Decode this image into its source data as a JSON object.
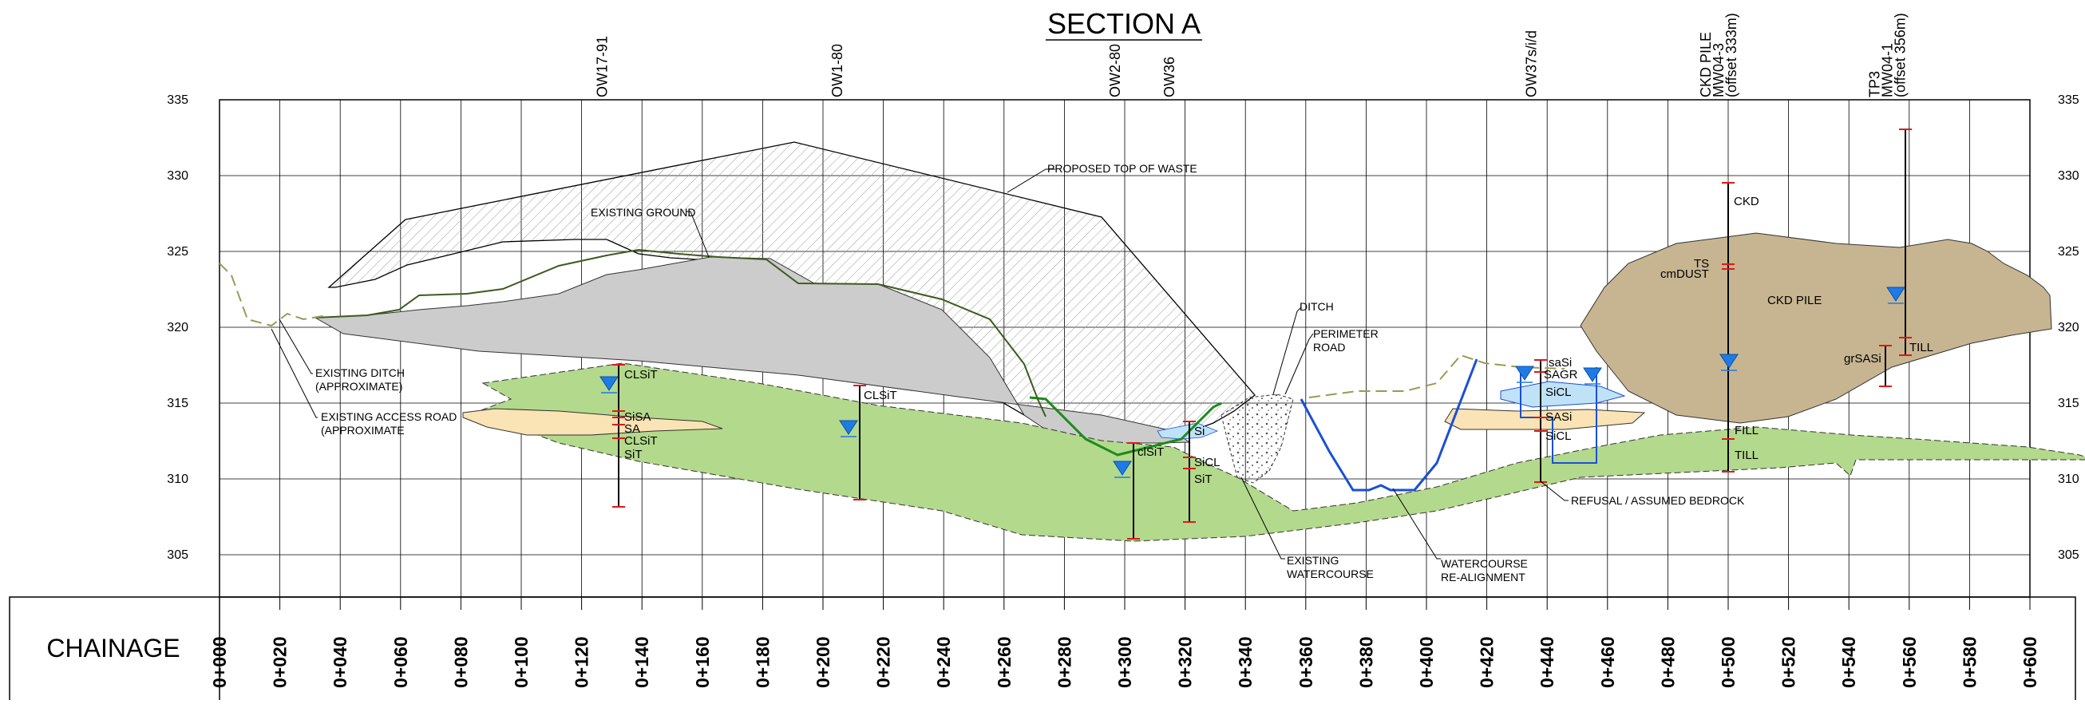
{
  "title": "SECTION A",
  "chainage_label": "CHAINAGE",
  "y_axis": {
    "min": 305,
    "max": 335,
    "ticks": [
      335,
      330,
      325,
      320,
      315,
      310,
      305
    ]
  },
  "x_axis": {
    "min": 0,
    "max": 600,
    "ticks": [
      "0+000",
      "0+020",
      "0+040",
      "0+060",
      "0+080",
      "0+100",
      "0+120",
      "0+140",
      "0+160",
      "0+180",
      "0+200",
      "0+220",
      "0+240",
      "0+260",
      "0+280",
      "0+300",
      "0+320",
      "0+340",
      "0+360",
      "0+380",
      "0+400",
      "0+420",
      "0+440",
      "0+460",
      "0+480",
      "0+500",
      "0+520",
      "0+540",
      "0+560",
      "0+580",
      "0+600"
    ]
  },
  "borehole_headers": [
    {
      "chainage": 130,
      "lines": [
        "OW17-91"
      ]
    },
    {
      "chainage": 208,
      "lines": [
        "OW1-80"
      ]
    },
    {
      "chainage": 300,
      "lines": [
        "OW2-80"
      ]
    },
    {
      "chainage": 318,
      "lines": [
        "OW36"
      ]
    },
    {
      "chainage": 438,
      "lines": [
        "OW37s/i/d"
      ]
    },
    {
      "chainage": 500,
      "lines": [
        "CKD PILE",
        "MW04-3",
        "(offset 333m)"
      ]
    },
    {
      "chainage": 556,
      "lines": [
        "TP3",
        "MW04-1",
        "(offset 356m)"
      ]
    }
  ],
  "annotations": {
    "proposed_top": "PROPOSED TOP OF WASTE",
    "existing_ground": "EXISTING GROUND",
    "existing_ditch": [
      "EXISTING DITCH",
      "(APPROXIMATE)"
    ],
    "existing_access_road": [
      "EXISTING ACCESS ROAD",
      "(APPROXIMATE"
    ],
    "ditch": "DITCH",
    "perimeter_road": [
      "PERIMETER",
      "ROAD"
    ],
    "existing_watercourse": [
      "EXISTING",
      "WATERCOURSE"
    ],
    "watercourse_realignment": [
      "WATERCOURSE",
      "RE-ALIGNMENT"
    ],
    "refusal": "REFUSAL / ASSUMED BEDROCK",
    "ckd": "CKD",
    "ckd_pile": "CKD PILE"
  },
  "soil_labels": {
    "ow17": [
      "CLSiT",
      "SiSA",
      "SA",
      "CLSiT",
      "SiT"
    ],
    "ow1": "CLSiT",
    "ow2": "clSiT",
    "ow36": [
      "Si",
      "SiCL",
      "SiT"
    ],
    "ow37": [
      "saSi",
      "SAGR",
      "SiCL",
      "SASi",
      "SiCL"
    ],
    "mw043": [
      "TS",
      "cmDUST",
      "FILL",
      "TILL"
    ],
    "mw041": [
      "grSASi",
      "TILL"
    ]
  },
  "colors": {
    "clay_till": "#b3d98c",
    "sand": "#fae3b4",
    "waste": "#cccccc",
    "ckd_pile": "#c7b591",
    "water": "#bfe2f7",
    "water_table": "#1e7be6",
    "watercourse_line": "#1a4fd6",
    "ditch_line": "#1a8c1a",
    "ground_line": "#3f5a1f",
    "road_dash": "#9a9a55",
    "borehole_marker": "#e01818"
  }
}
